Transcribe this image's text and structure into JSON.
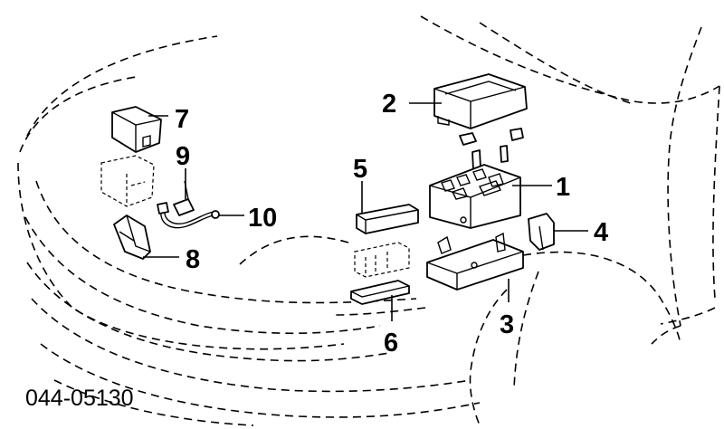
{
  "diagram_code": "044-05130",
  "callouts": {
    "c1": "1",
    "c2": "2",
    "c3": "3",
    "c4": "4",
    "c5": "5",
    "c6": "6",
    "c7": "7",
    "c8": "8",
    "c9": "9",
    "c10": "10"
  }
}
